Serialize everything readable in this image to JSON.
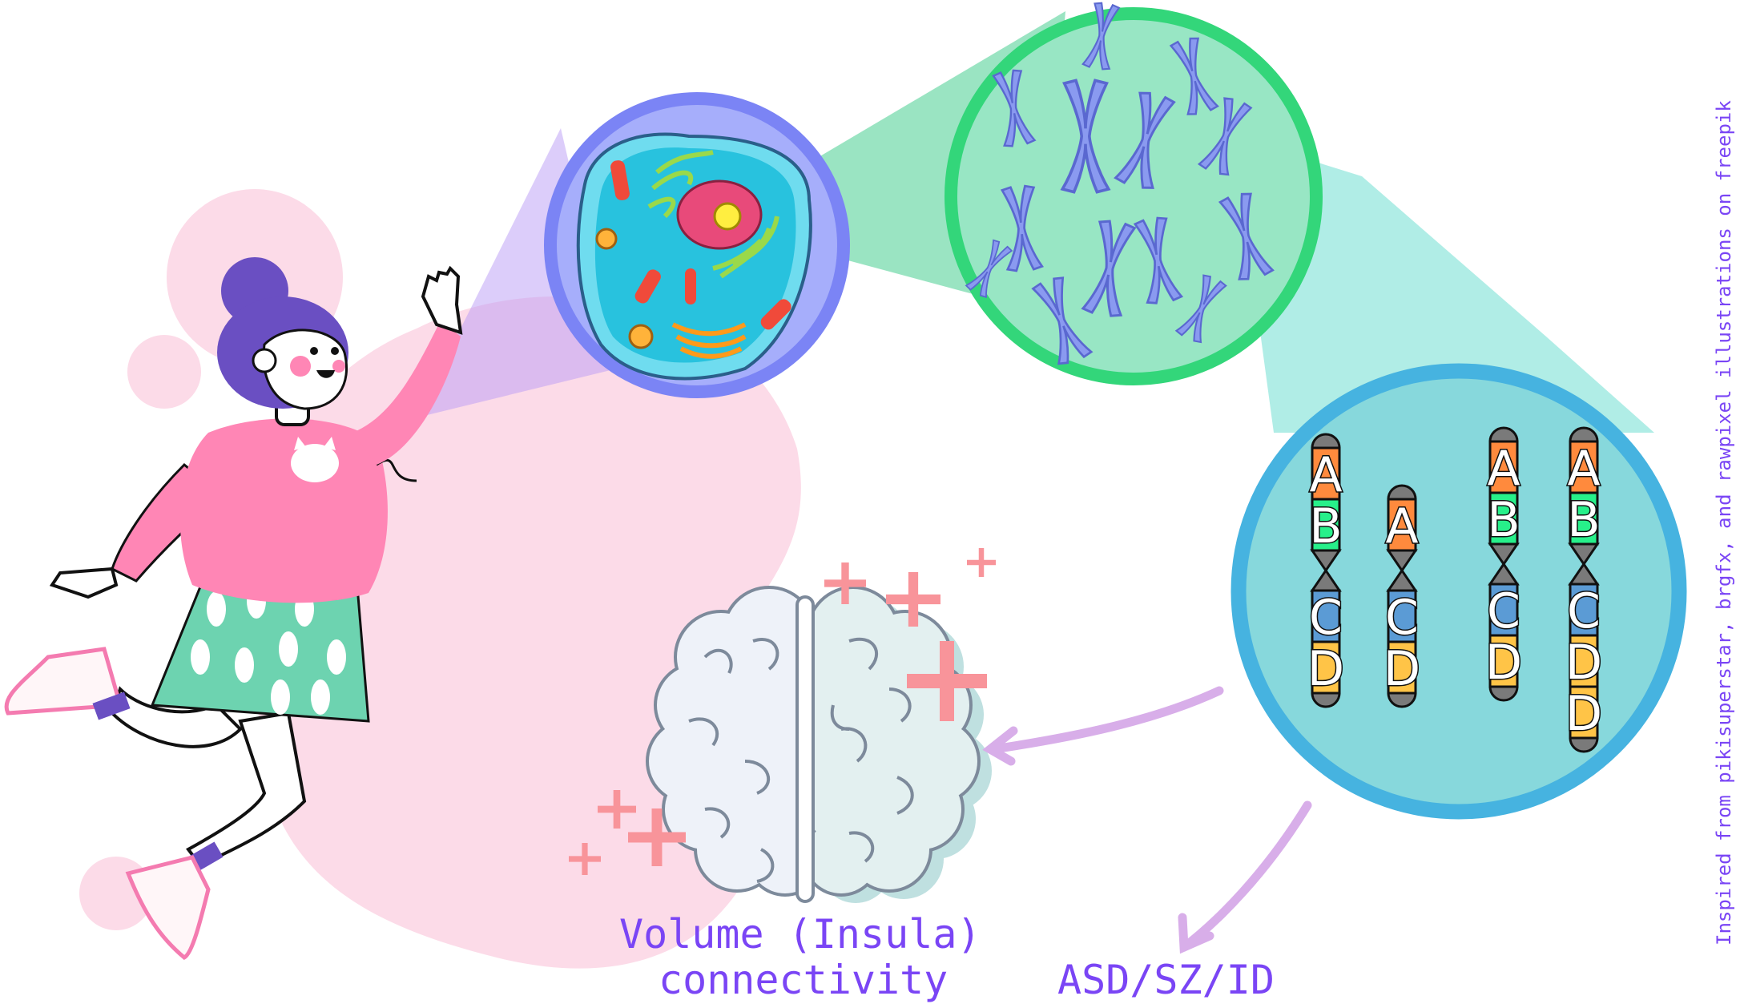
{
  "labels": {
    "brain_line1": "Volume (Insula)",
    "brain_line2": "connectivity",
    "disorders": "ASD/SZ/ID",
    "credit": "Inspired from pikisuperstar, brgfx, and rawpixel illustrations on freepik"
  },
  "chromosomes": [
    {
      "bands": [
        "A",
        "B",
        "C",
        "D"
      ]
    },
    {
      "bands": [
        "A",
        "C",
        "D"
      ]
    },
    {
      "bands": [
        "A",
        "B",
        "C",
        "D"
      ]
    },
    {
      "bands": [
        "A",
        "B",
        "C",
        "D",
        "D"
      ]
    }
  ],
  "colors": {
    "text": "#7a45f5",
    "arrow": "#d8aee9",
    "band_A": "#ff8a3d",
    "band_B": "#27f08a",
    "band_C": "#5b9bd5",
    "band_D": "#ffc447",
    "plus": "#f8949a"
  }
}
